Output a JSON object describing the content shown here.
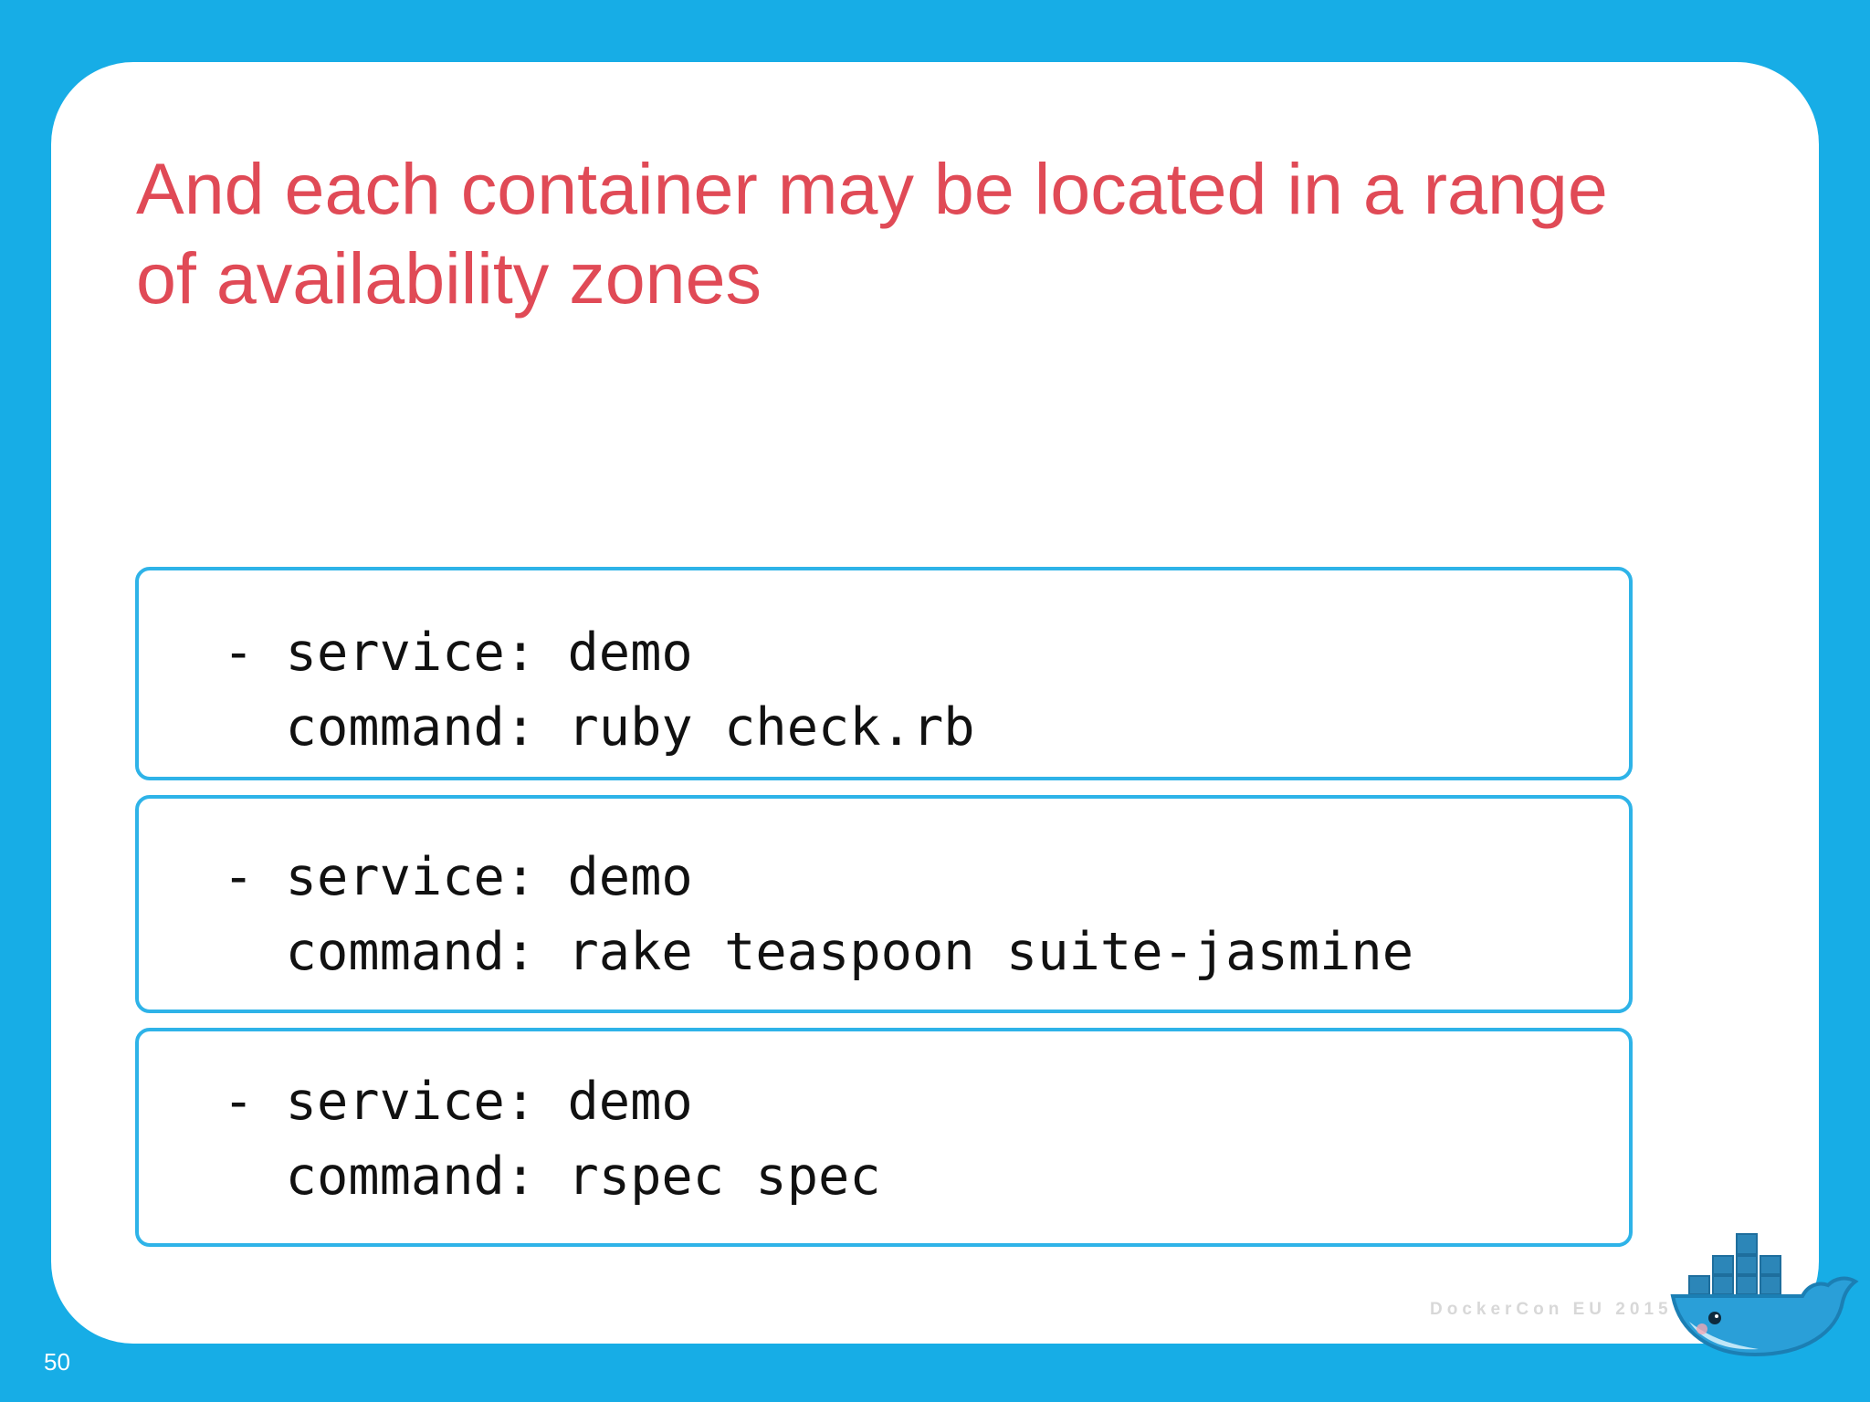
{
  "slide": {
    "title_lines": [
      "And each container may be located in a range",
      "of availability zones"
    ],
    "steps": [
      {
        "line1": "- service: demo",
        "line2": "  command: ruby check.rb"
      },
      {
        "line1": "- service: demo",
        "line2": "  command: rake teaspoon suite-jasmine"
      },
      {
        "line1": "- service: demo",
        "line2": "  command: rspec spec"
      }
    ],
    "page_number": "50",
    "footer_brand": "DockerCon EU 2015",
    "logo_icon": "docker-whale-icon"
  },
  "colors": {
    "background": "#17ade6",
    "title": "#e04a56",
    "box_border": "#2eb3e8",
    "code_text": "#111111"
  }
}
